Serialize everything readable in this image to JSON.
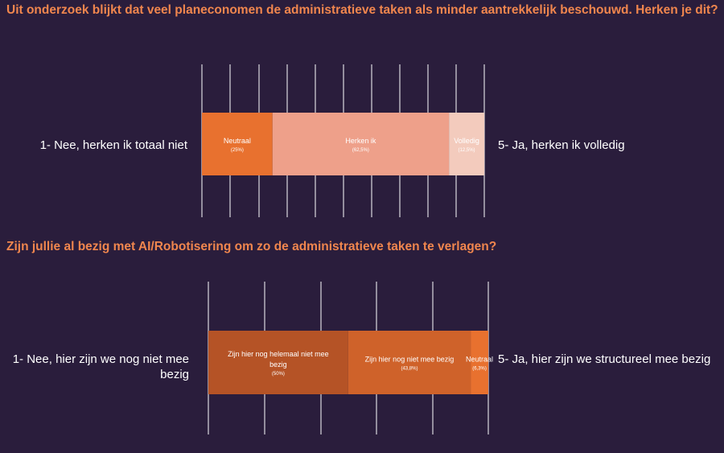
{
  "chart_data": [
    {
      "type": "bar",
      "orientation": "horizontal-stacked-100",
      "title": "Uit onderzoek blijkt dat veel planeconomen de administratieve taken als minder aantrekkelijk beschouwd. Herken je dit?",
      "left_label": "1- Nee, herken ik totaal niet",
      "right_label": "5- Ja, herken ik volledig",
      "xlim": [
        0,
        100
      ],
      "series": [
        {
          "name": "Neutraal",
          "value": 25,
          "value_label": "(25%)",
          "color": "#e8712f"
        },
        {
          "name": "Herken ik",
          "value": 62.5,
          "value_label": "(62,5%)",
          "color": "#eea08a"
        },
        {
          "name": "Volledig",
          "value": 12.5,
          "value_label": "(12,5%)",
          "color": "#f3cbbd"
        }
      ],
      "grid": true
    },
    {
      "type": "bar",
      "orientation": "horizontal-stacked-100",
      "title": "Zijn jullie al bezig met AI/Robotisering om zo de administratieve taken te verlagen?",
      "left_label": "1- Nee, hier zijn we nog niet mee bezig",
      "right_label": "5- Ja, hier zijn we structureel mee bezig",
      "xlim": [
        0,
        100
      ],
      "series": [
        {
          "name": "Zijn hier nog helemaal niet mee bezig",
          "value": 50,
          "value_label": "(50%)",
          "color": "#b55326"
        },
        {
          "name": "Zijn hier nog niet mee bezig",
          "value": 43.8,
          "value_label": "(43,8%)",
          "color": "#cf622a"
        },
        {
          "name": "Neutraal",
          "value": 6.3,
          "value_label": "(6,3%)",
          "color": "#e8712f"
        }
      ],
      "grid": true
    }
  ]
}
